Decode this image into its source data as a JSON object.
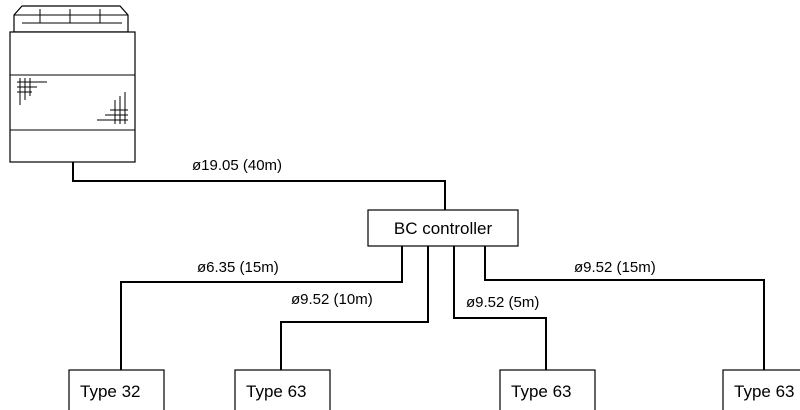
{
  "controller": {
    "label": "BC controller"
  },
  "main_pipe": {
    "label": "ø19.05 (40m)"
  },
  "branches": [
    {
      "pipe_label": "ø6.35 (15m)",
      "unit_label": "Type 32"
    },
    {
      "pipe_label": "ø9.52 (10m)",
      "unit_label": "Type 63"
    },
    {
      "pipe_label": "ø9.52 (5m)",
      "unit_label": "Type 63"
    },
    {
      "pipe_label": "ø9.52 (15m)",
      "unit_label": "Type 63"
    }
  ]
}
